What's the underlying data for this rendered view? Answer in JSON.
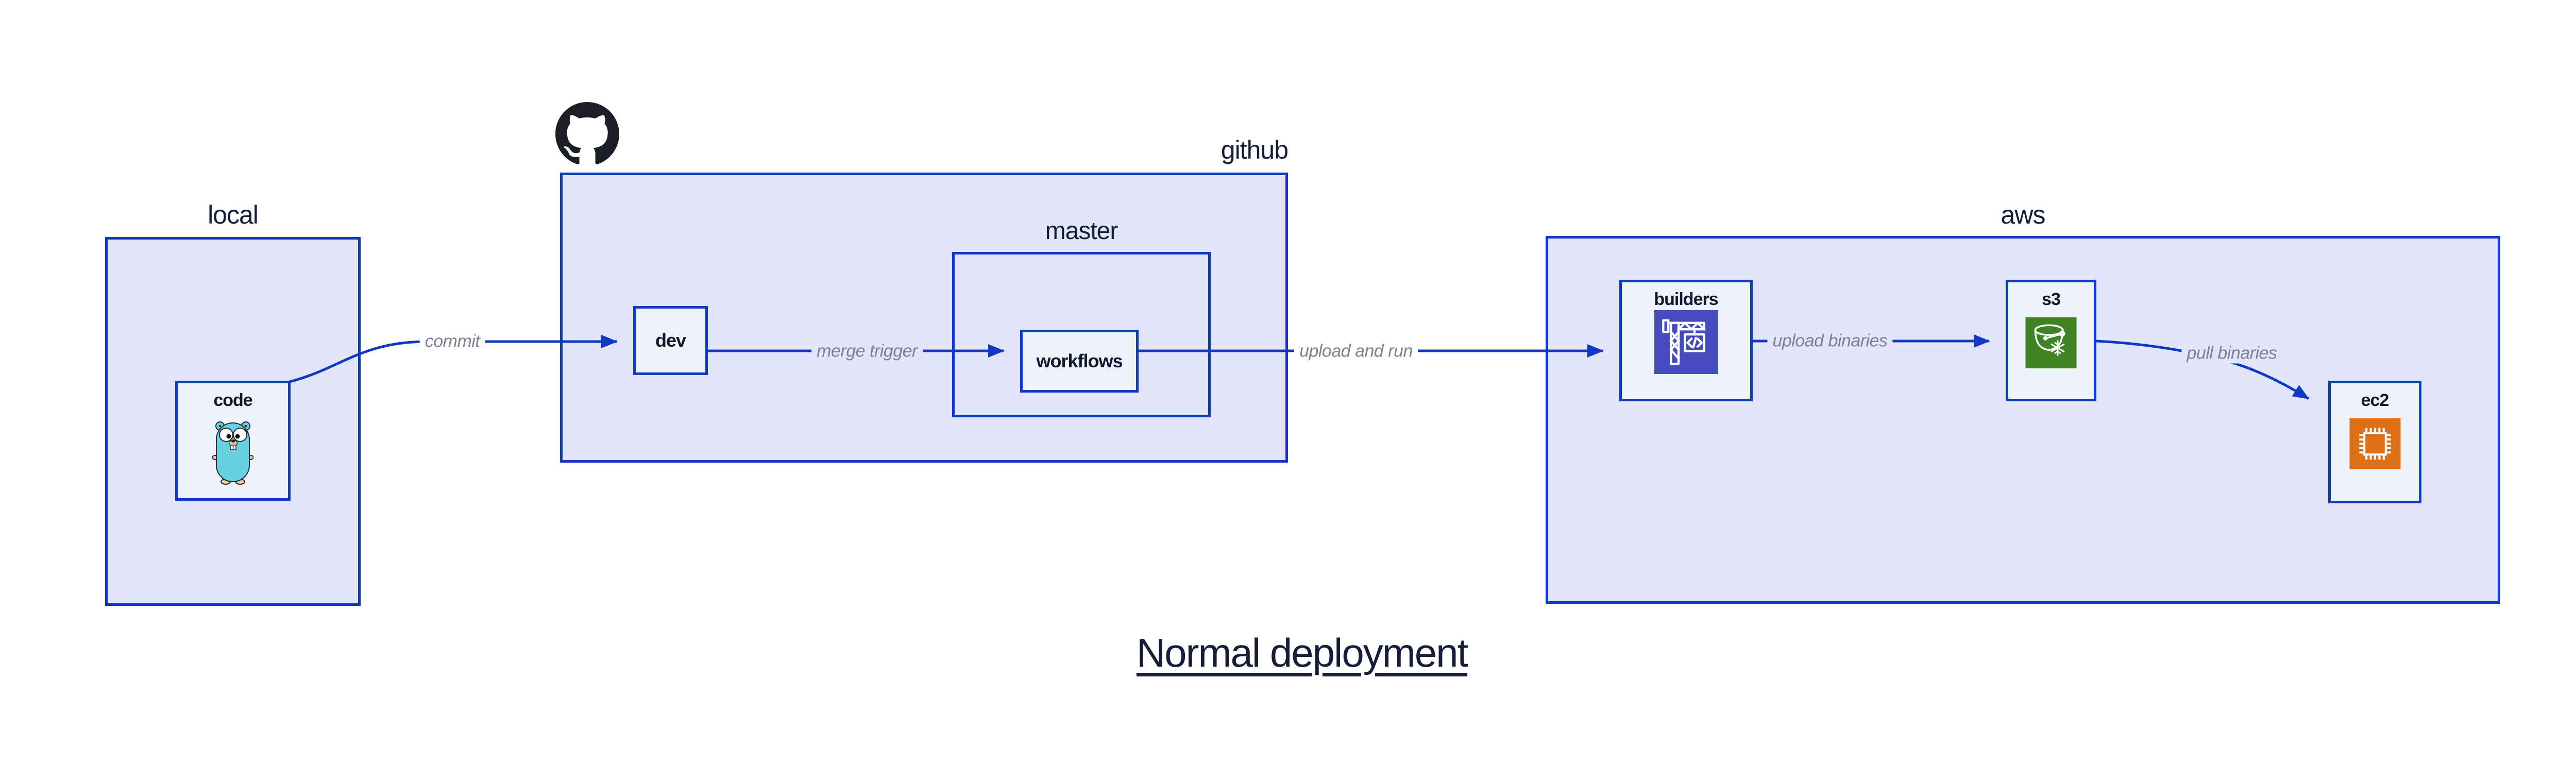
{
  "diagram": {
    "title": "Normal deployment",
    "groups": [
      {
        "id": "local",
        "label": "local"
      },
      {
        "id": "github",
        "label": "github"
      },
      {
        "id": "master",
        "label": "master"
      },
      {
        "id": "aws",
        "label": "aws"
      }
    ],
    "nodes": [
      {
        "id": "code",
        "label": "code",
        "icon": "go-gopher-icon"
      },
      {
        "id": "dev",
        "label": "dev"
      },
      {
        "id": "workflows",
        "label": "workflows"
      },
      {
        "id": "builders",
        "label": "builders",
        "icon": "aws-codebuild-crane-icon"
      },
      {
        "id": "s3",
        "label": "s3",
        "icon": "aws-s3-glacier-bucket-icon"
      },
      {
        "id": "ec2",
        "label": "ec2",
        "icon": "aws-ec2-chip-icon"
      }
    ],
    "edges": [
      {
        "from": "code",
        "to": "dev",
        "label": "commit"
      },
      {
        "from": "dev",
        "to": "workflows",
        "label": "merge trigger"
      },
      {
        "from": "workflows",
        "to": "builders",
        "label": "upload and run"
      },
      {
        "from": "builders",
        "to": "s3",
        "label": "upload binaries"
      },
      {
        "from": "s3",
        "to": "ec2",
        "label": "pull binaries"
      }
    ],
    "colors": {
      "box_border": "#1238c6",
      "group_fill": "#e1e7f8",
      "node_fill": "#eef2fb",
      "arrow": "#1238c6",
      "label_text": "#151d39",
      "edge_label_text": "#7c8290",
      "github_mark": "#1b1f23",
      "gopher_body": "#66d1e2",
      "codebuild_icon_bg": "#454cc0",
      "s3_icon_bg": "#3e8424",
      "ec2_icon_bg": "#dd7117"
    }
  }
}
